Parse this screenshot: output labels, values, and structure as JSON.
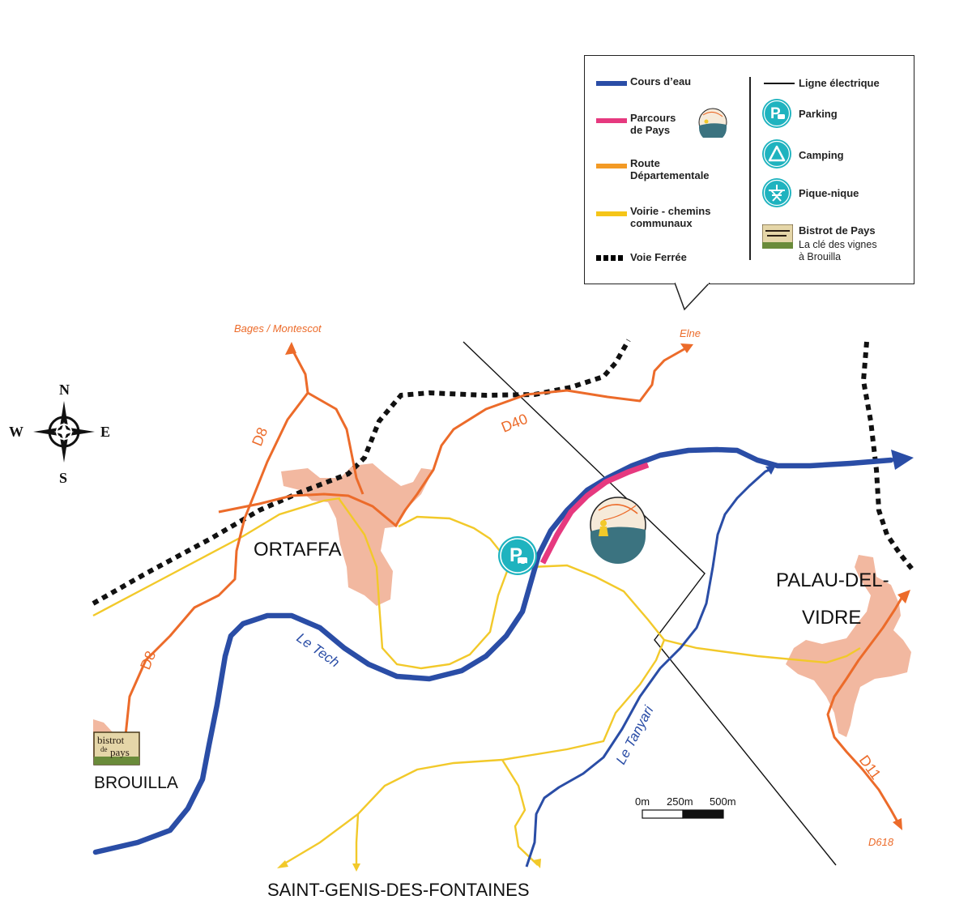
{
  "legend": {
    "items_left": [
      {
        "label": "Cours d’eau",
        "color": "#1f4fa8",
        "style": "solid"
      },
      {
        "label": "Parcours\nde Pays",
        "color": "#e6397f",
        "style": "solid"
      },
      {
        "label": "Route\nDépartementale",
        "color": "#f39a25",
        "style": "solid"
      },
      {
        "label": "Voirie - chemins\ncommunaux",
        "color": "#f5c518",
        "style": "solid"
      },
      {
        "label": "Voie Ferrée",
        "color": "#000000",
        "style": "dotted"
      }
    ],
    "items_right": [
      {
        "label": "Ligne électrique",
        "icon": "power-line"
      },
      {
        "label": "Parking",
        "icon": "parking-icon"
      },
      {
        "label": "Camping",
        "icon": "camping-icon"
      },
      {
        "label": "Pique-nique",
        "icon": "picnic-icon"
      },
      {
        "label": "Bistrot de Pays",
        "icon": "bistrot-icon",
        "sub": "La clé des vignes\nà Brouilla"
      }
    ],
    "path_icon": "hiker-icon"
  },
  "compass": {
    "n": "N",
    "s": "S",
    "e": "E",
    "w": "W"
  },
  "towns": {
    "ortaffa": "ORTAFFA",
    "palau_1": "PALAU-DEL-",
    "palau_2": "VIDRE",
    "brouilla": "BROUILLA",
    "saint_genis": "SAINT-GENIS-DES-FONTAINES"
  },
  "destinations": {
    "bages": "Bages / Montescot",
    "elne": "Elne",
    "d618": "D618"
  },
  "roads": {
    "d8_north": "D8",
    "d8_south": "D8",
    "d40": "D40",
    "d11": "D11"
  },
  "rivers": {
    "tech": "Le Tech",
    "tanyari": "Le Tanyari"
  },
  "bistrot": {
    "line1": "bistrot",
    "line2": "de",
    "line3": "pays"
  },
  "scale": {
    "t0": "0m",
    "t1": "250m",
    "t2": "500m"
  },
  "colors": {
    "river": "#2a4da6",
    "route": "#ec6b2a",
    "voirie": "#f2c92a",
    "parcours": "#e6397f",
    "town": "#f2b8a0",
    "marker": "#1fb3bf"
  }
}
